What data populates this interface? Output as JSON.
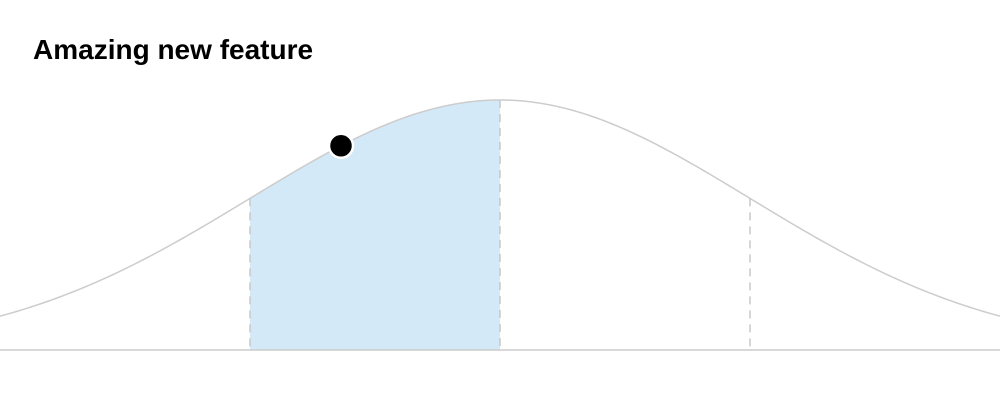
{
  "title": "Amazing new feature",
  "diagram": {
    "kind": "normal-distribution-bell-curve",
    "shaded_region": "left-of-peak",
    "marker": "point-on-curve",
    "colors": {
      "curve": "#cccccc",
      "baseline": "#cccccc",
      "divider": "#c8c8c8",
      "shade": "#d4e9f7",
      "marker_fill": "#000000",
      "marker_stroke": "#ffffff"
    }
  }
}
